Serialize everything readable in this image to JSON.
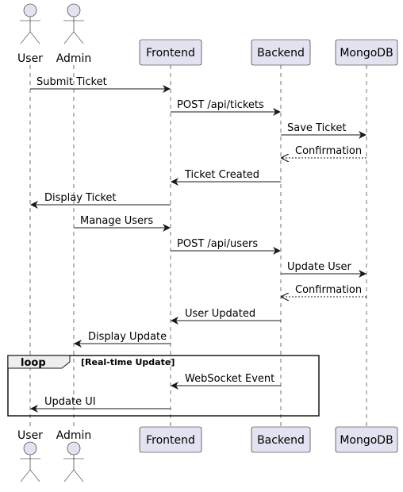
{
  "participants": [
    {
      "id": "user",
      "label": "User",
      "kind": "actor"
    },
    {
      "id": "admin",
      "label": "Admin",
      "kind": "actor"
    },
    {
      "id": "frontend",
      "label": "Frontend",
      "kind": "box"
    },
    {
      "id": "backend",
      "label": "Backend",
      "kind": "box"
    },
    {
      "id": "mongodb",
      "label": "MongoDB",
      "kind": "box"
    }
  ],
  "messages": [
    {
      "from": "user",
      "to": "frontend",
      "label": "Submit Ticket",
      "style": "solid"
    },
    {
      "from": "frontend",
      "to": "backend",
      "label": "POST /api/tickets",
      "style": "solid"
    },
    {
      "from": "backend",
      "to": "mongodb",
      "label": "Save Ticket",
      "style": "solid"
    },
    {
      "from": "mongodb",
      "to": "backend",
      "label": "Confirmation",
      "style": "dashed"
    },
    {
      "from": "backend",
      "to": "frontend",
      "label": "Ticket Created",
      "style": "solid"
    },
    {
      "from": "frontend",
      "to": "user",
      "label": "Display Ticket",
      "style": "solid"
    },
    {
      "from": "admin",
      "to": "frontend",
      "label": "Manage Users",
      "style": "solid"
    },
    {
      "from": "frontend",
      "to": "backend",
      "label": "POST /api/users",
      "style": "solid"
    },
    {
      "from": "backend",
      "to": "mongodb",
      "label": "Update User",
      "style": "solid"
    },
    {
      "from": "mongodb",
      "to": "backend",
      "label": "Confirmation",
      "style": "dashed"
    },
    {
      "from": "backend",
      "to": "frontend",
      "label": "User Updated",
      "style": "solid"
    },
    {
      "from": "frontend",
      "to": "admin",
      "label": "Display Update",
      "style": "solid"
    },
    {
      "from": "backend",
      "to": "frontend",
      "label": "WebSocket Event",
      "style": "solid"
    },
    {
      "from": "frontend",
      "to": "user",
      "label": "Update UI",
      "style": "solid"
    }
  ],
  "loop": {
    "keyword": "loop",
    "condition": "[Real-time Update]"
  },
  "colors": {
    "participant_fill": "#E2E2F0",
    "line": "#181818"
  }
}
